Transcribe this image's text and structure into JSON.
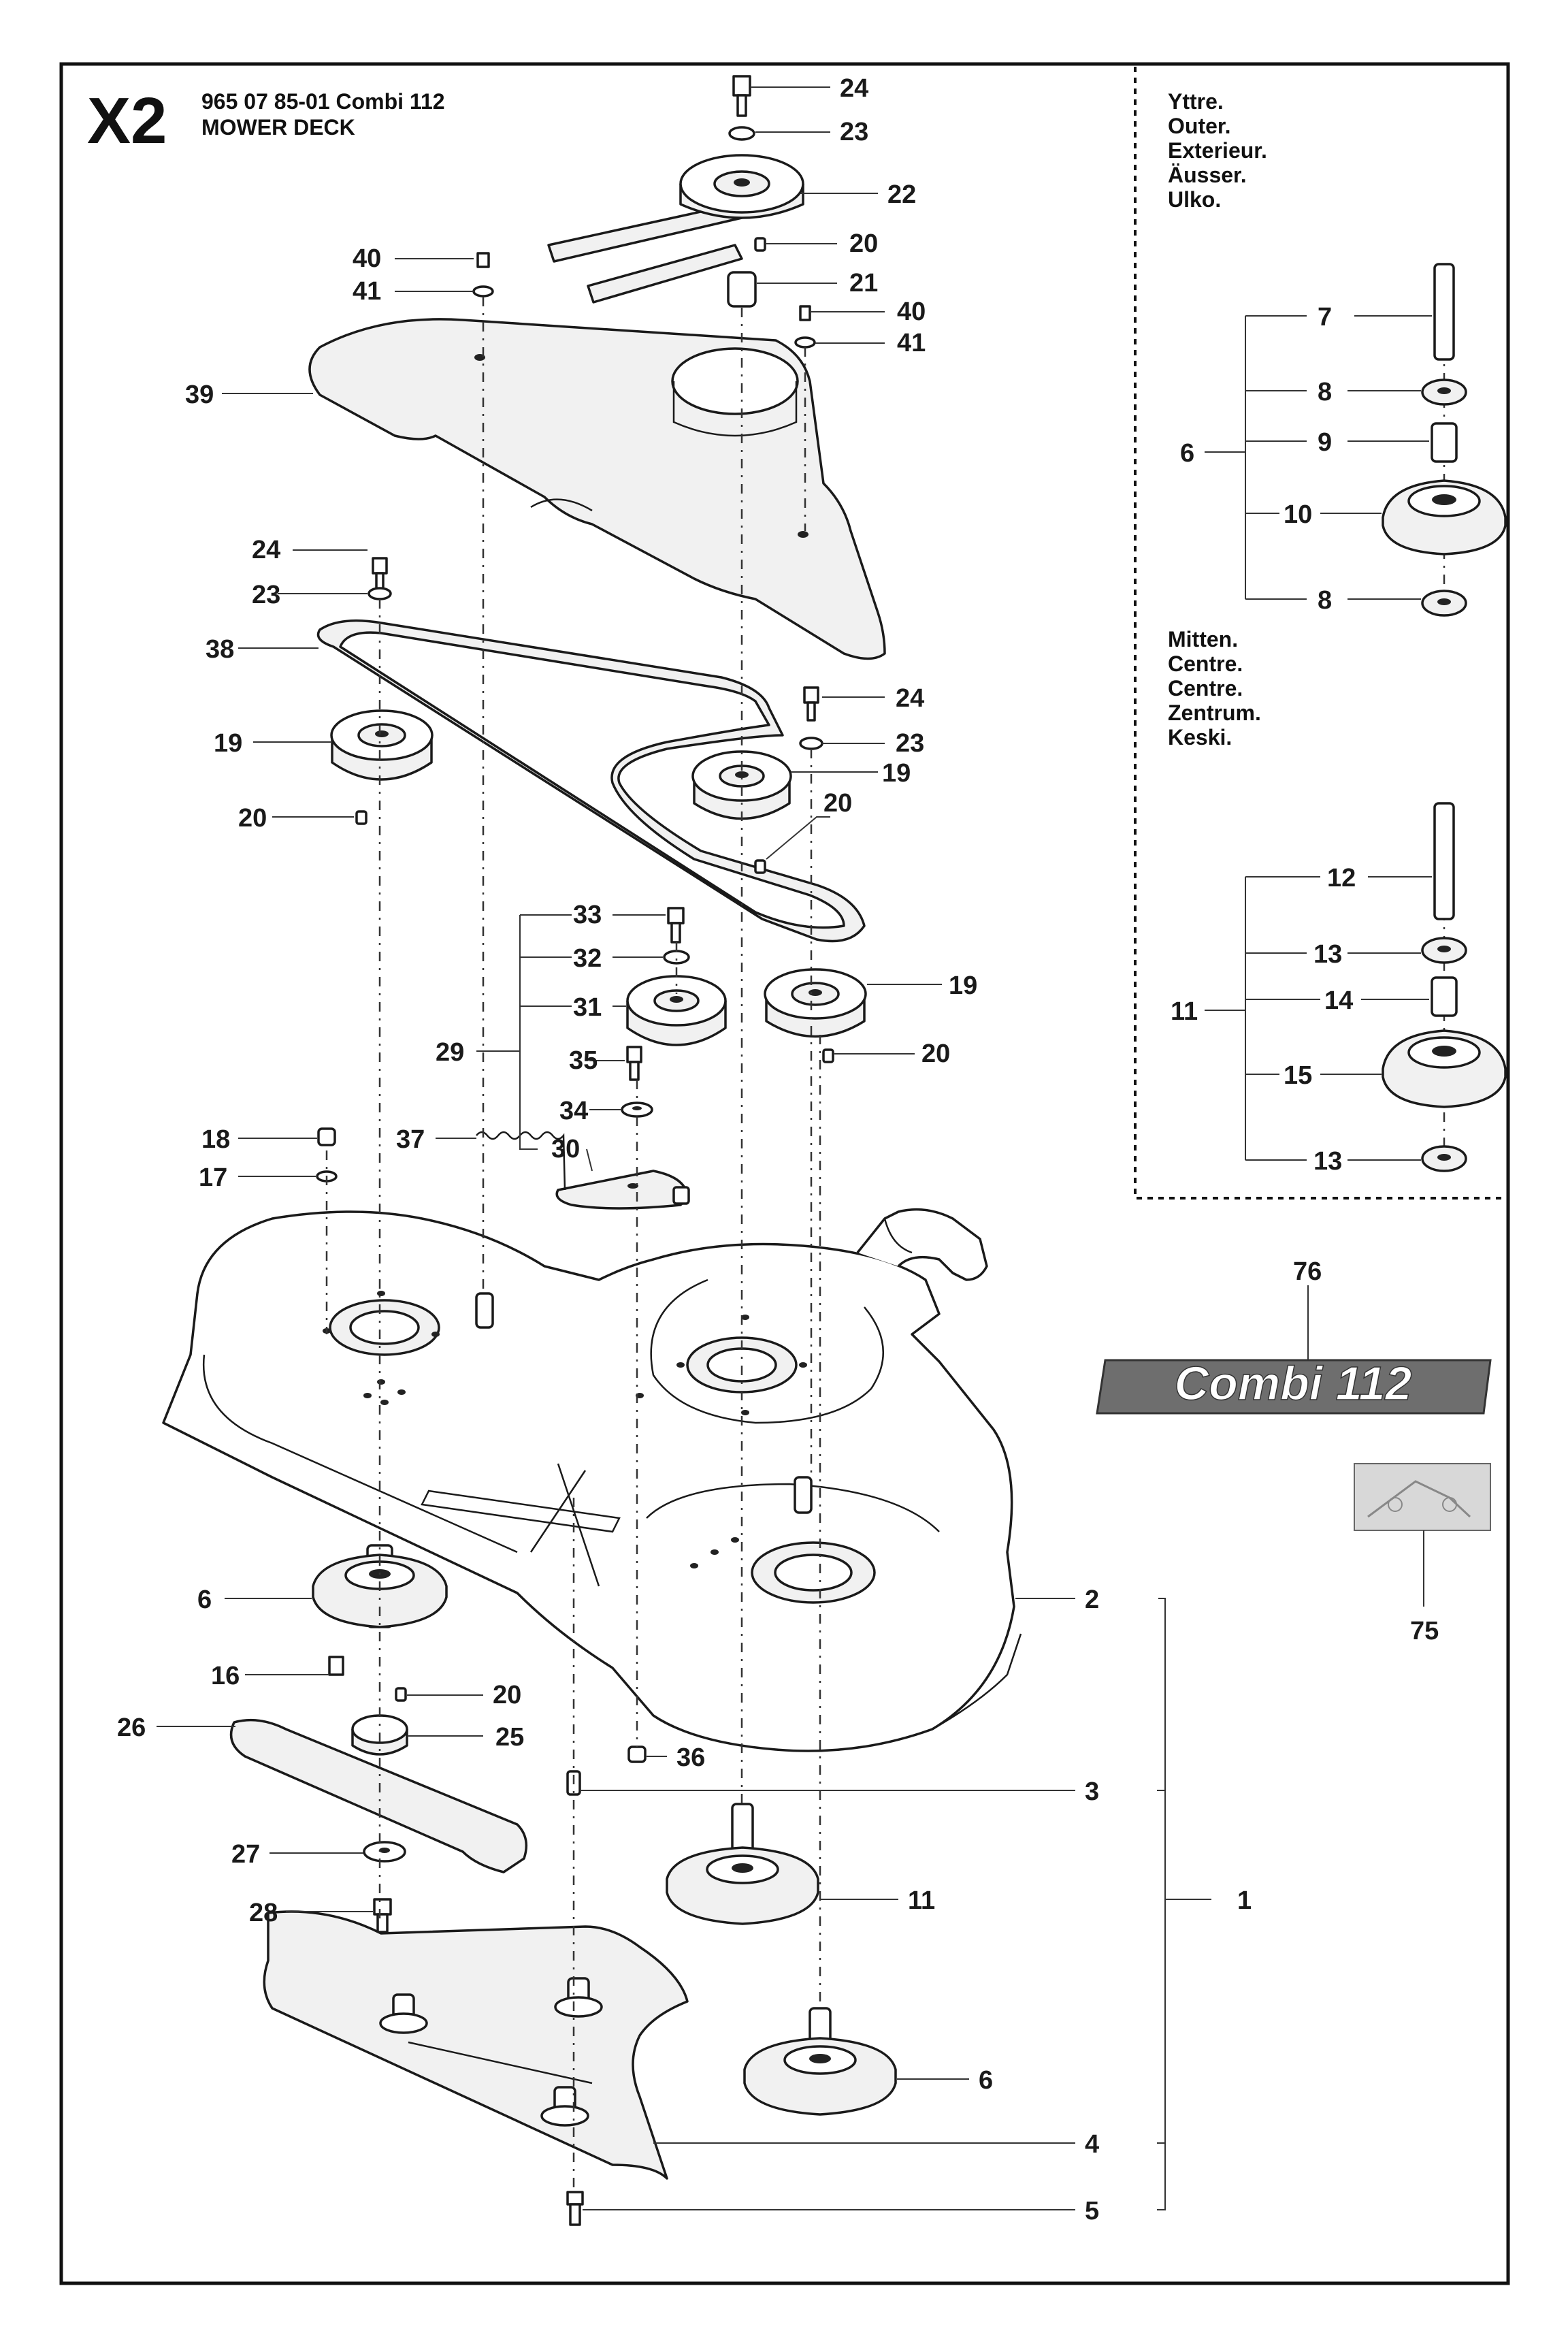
{
  "header": {
    "code": "X2",
    "line1": "965 07 85-01 Combi 112",
    "line2": "MOWER DECK"
  },
  "panel_outer": {
    "lines": [
      "Yttre.",
      "Outer.",
      "Exterieur.",
      "Äusser.",
      "Ulko."
    ]
  },
  "panel_centre": {
    "lines": [
      "Mitten.",
      "Centre.",
      "Centre.",
      "Zentrum.",
      "Keski."
    ]
  },
  "decal": {
    "text": "Combi 112",
    "color": "#6e6e6e"
  },
  "callouts": {
    "c24a": "24",
    "c23a": "23",
    "c22": "22",
    "c20a": "20",
    "c21": "21",
    "c40a": "40",
    "c41a": "41",
    "c40b": "40",
    "c41b": "41",
    "c39": "39",
    "c24b": "24",
    "c23b": "23",
    "c38": "38",
    "c19a": "19",
    "c20b": "20",
    "c24c": "24",
    "c23c": "23",
    "c19b": "19",
    "c20c": "20",
    "c33": "33",
    "c32": "32",
    "c31": "31",
    "c29": "29",
    "c35": "35",
    "c34": "34",
    "c19c": "19",
    "c20d": "20",
    "c18": "18",
    "c17": "17",
    "c37": "37",
    "c30": "30",
    "c6a": "6",
    "c16": "16",
    "c20e": "20",
    "c26": "26",
    "c25": "25",
    "c27": "27",
    "c28": "28",
    "c36": "36",
    "c2": "2",
    "c3": "3",
    "c1": "1",
    "c11a": "11",
    "c6b": "6",
    "c4": "4",
    "c5": "5",
    "c7": "7",
    "c8a": "8",
    "c6c": "6",
    "c9": "9",
    "c10": "10",
    "c8b": "8",
    "c12": "12",
    "c13a": "13",
    "c11b": "11",
    "c14": "14",
    "c15": "15",
    "c13b": "13",
    "c76": "76",
    "c75": "75"
  }
}
